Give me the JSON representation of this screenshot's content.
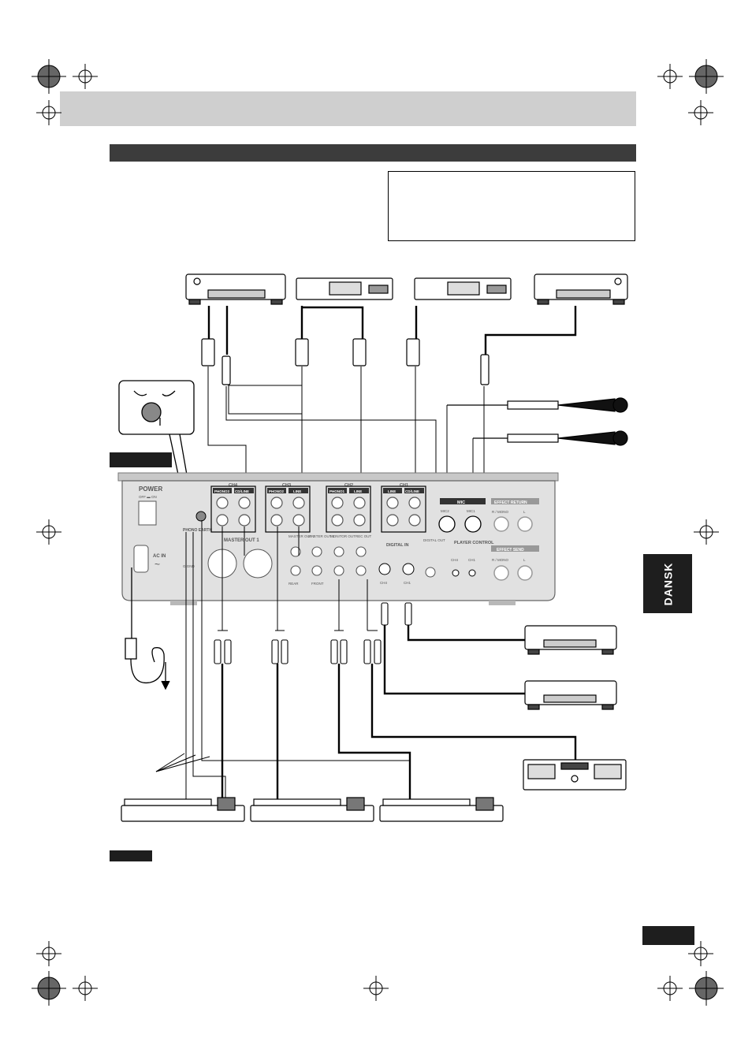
{
  "side_tab": {
    "label": "DANSK"
  },
  "mixer": {
    "power_label": "POWER",
    "power_states": "OFF ▬ ON",
    "ac_in_label": "AC IN",
    "ac_in_symbol": "~",
    "phono_earth": "PHONO EARTH",
    "gnd_label": "G GND",
    "master_out1": "MASTER OUT 1",
    "channels": [
      "CH4",
      "CH3",
      "CH2",
      "CH1"
    ],
    "jacks": [
      "PHONO3",
      "CD/LINE",
      "PHONO2",
      "LINE",
      "PHONO1",
      "LINE",
      "LINE",
      "CD/LINE"
    ],
    "out_labels": [
      "MASTER OUT 2",
      "MASTER OUT 1",
      "MONITOR OUT",
      "REC OUT"
    ],
    "rear_front": [
      "REAR",
      "FRONT"
    ],
    "digital_in": "DIGITAL IN",
    "digital_out": "DIGITAL OUT",
    "digital_ch": [
      "CH4",
      "CH1"
    ],
    "mic": "MIC",
    "mic_inputs": [
      "MIC2",
      "MIC1"
    ],
    "player_control": "PLAYER CONTROL",
    "player_ch": [
      "CH4",
      "CH1"
    ],
    "effect_return": "EFFECT RETURN",
    "effect_send": "EFFECT SEND",
    "r_mono": "R / MONO",
    "l": "L"
  }
}
